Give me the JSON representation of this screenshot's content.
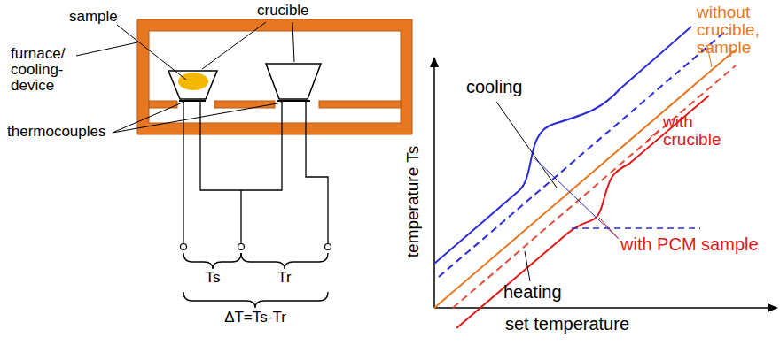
{
  "diagram": {
    "labels": [
      "sample",
      "crucible",
      "furnace/ cooling- device",
      "thermocouples",
      "Ts",
      "Tr",
      "ΔT=Ts-Tr",
      "temperature Ts",
      "set temperature",
      "without crucible, sample",
      "cooling",
      "with crucible",
      "heating",
      "with PCM sample"
    ]
  }
}
